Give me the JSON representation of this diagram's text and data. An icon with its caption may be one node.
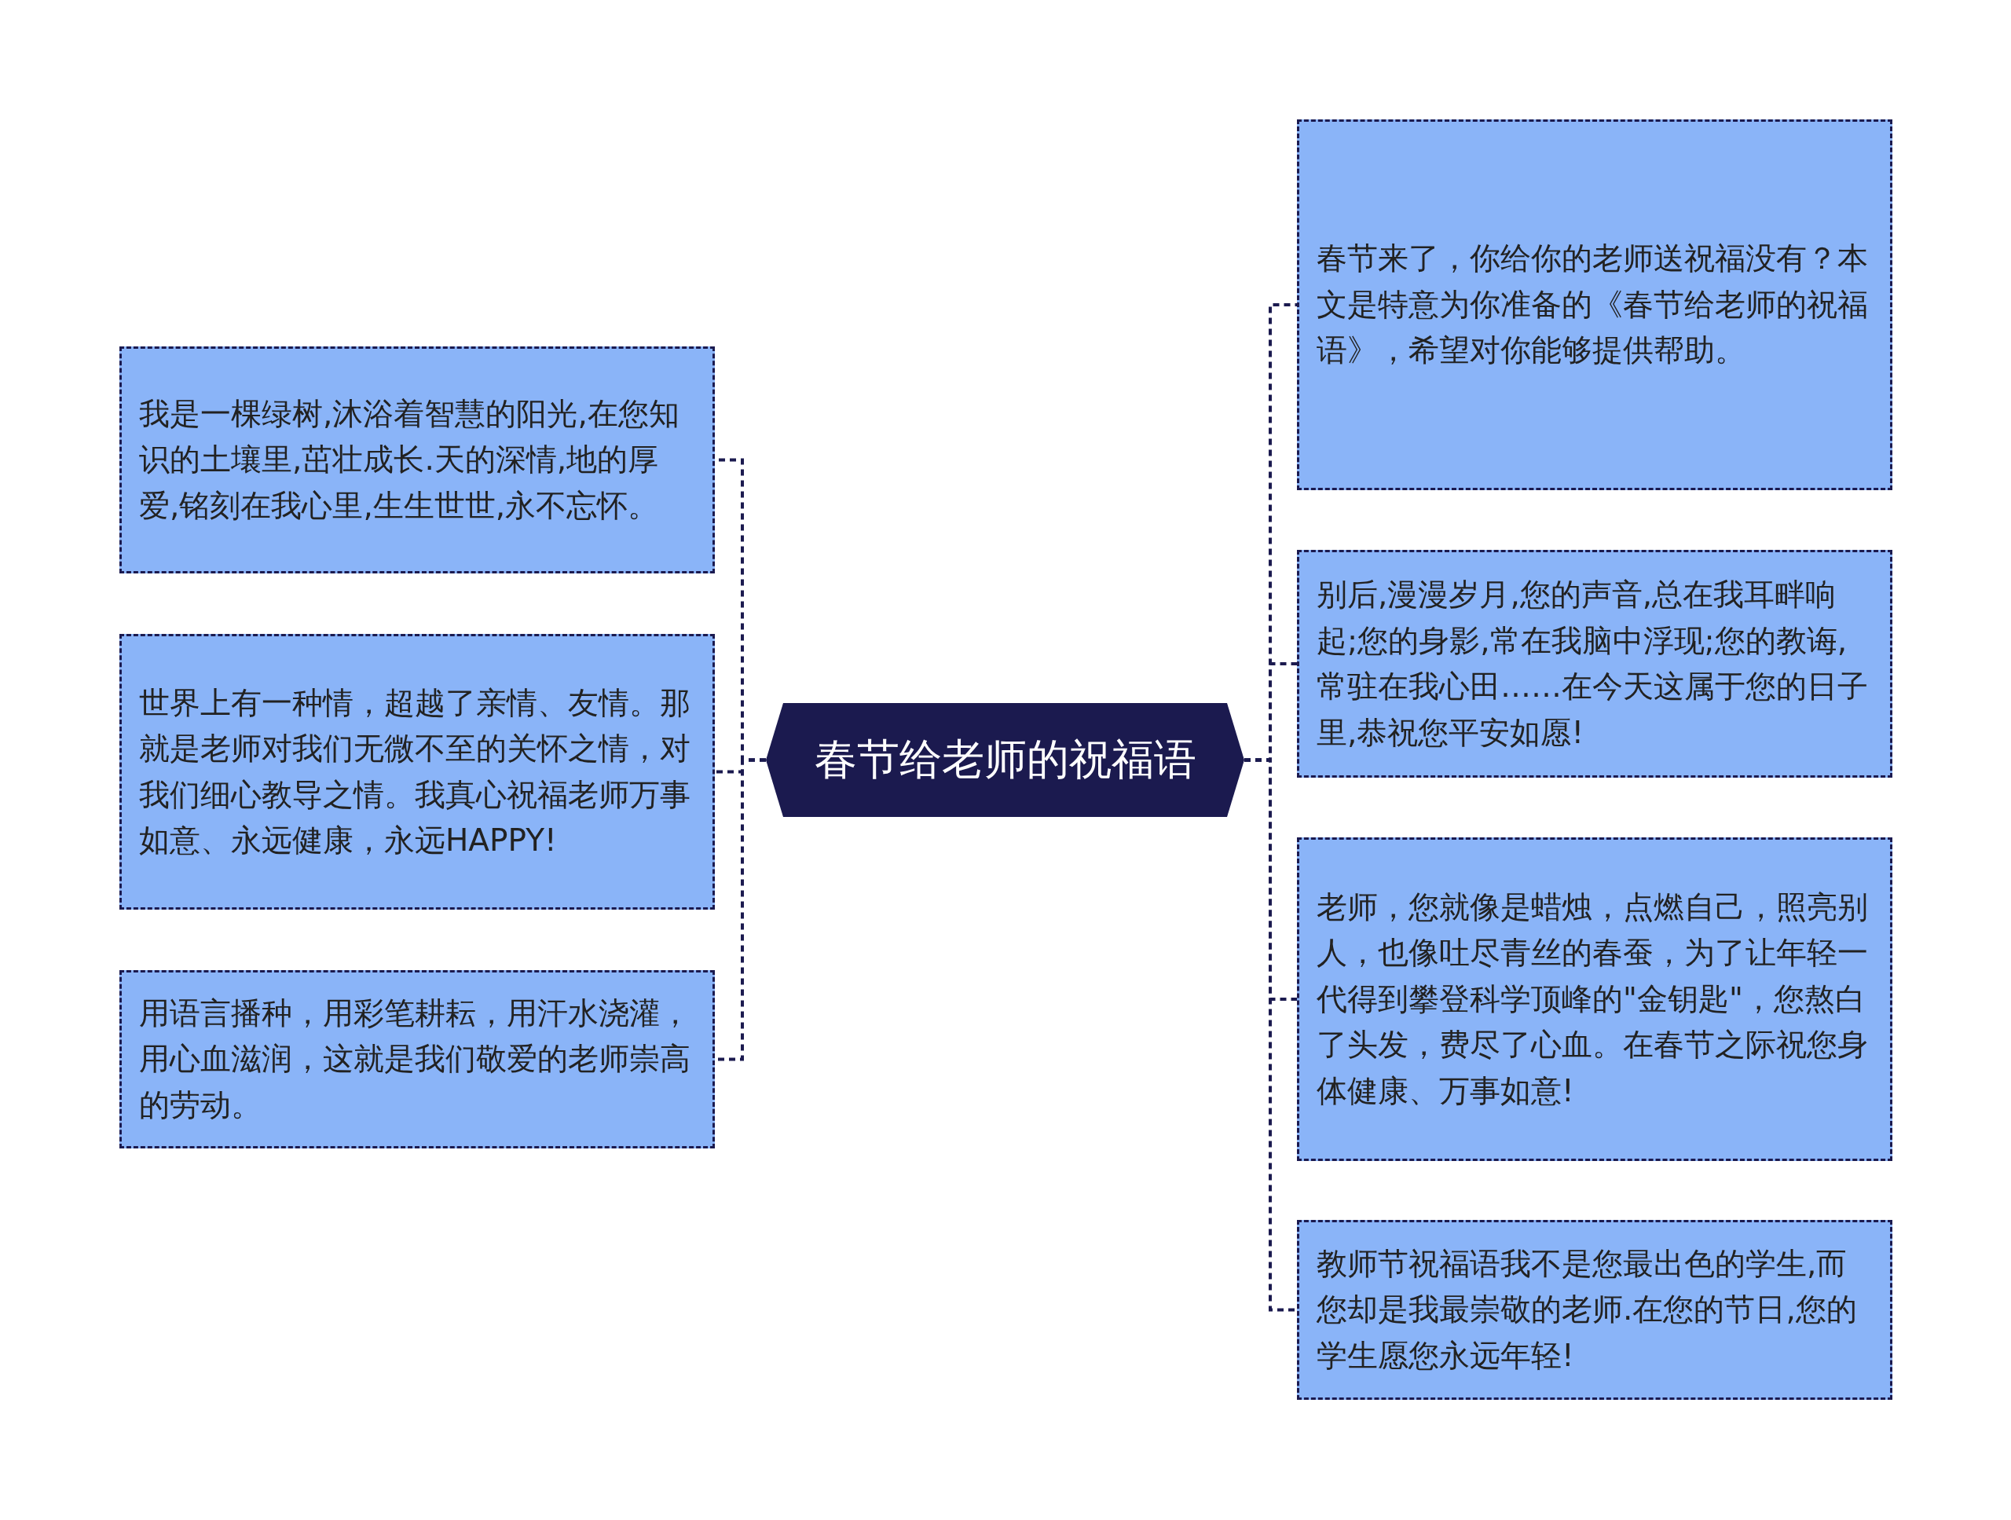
{
  "diagram": {
    "nodes": [
      {
        "text": [
          "春节给老师的祝福语"
        ]
      },
      {
        "text": [
          "我是一棵绿树,沐浴着智慧的阳光,在您知识的土壤里,茁壮成长.天的深情,地的厚爱,铭刻在我心里,生生世世,永不忘怀。"
        ]
      },
      {
        "text": [
          "世界上有一种情，超越了亲情、友情。那就是老师对我们无微不至的关怀之情，对我们细心教导之情。我真心祝福老师万事如意、永远健康，永远HAPPY!"
        ]
      },
      {
        "text": [
          "用语言播种，用彩笔耕耘，用汗水浇灌，用心血滋润，这就是我们敬爱的老师崇高的劳动。"
        ]
      },
      {
        "text": [
          "春节来了，你给你的老师送祝福没有？本文是特意为你准备的《春节给老师的祝福语》，希望对你能够提供帮助。"
        ]
      },
      {
        "text": [
          "别后,漫漫岁月,您的声音,总在我耳畔响起;您的身影,常在我脑中浮现;您的教诲,常驻在我心田……在今天这属于您的日子里,恭祝您平安如愿!"
        ]
      },
      {
        "text": [
          "老师，您就像是蜡烛，点燃自己，照亮别人，也像吐尽青丝的春蚕，为了让年轻一代得到攀登科学顶峰的\"金钥匙\"，您熬白了头发，费尽了心血。在春节之际祝您身体健康、万事如意!"
        ]
      },
      {
        "text": [
          "教师节祝福语我不是您最出色的学生,而您却是我最崇敬的老师.在您的节日,您的学生愿您永远年轻!"
        ]
      }
    ],
    "edges": [
      {
        "from": 0,
        "to": 1,
        "arrow": "none"
      },
      {
        "from": 0,
        "to": 2,
        "arrow": "none"
      },
      {
        "from": 0,
        "to": 3,
        "arrow": "none"
      },
      {
        "from": 0,
        "to": 4,
        "arrow": "none"
      },
      {
        "from": 0,
        "to": 5,
        "arrow": "none"
      },
      {
        "from": 0,
        "to": 6,
        "arrow": "none"
      },
      {
        "from": 0,
        "to": 7,
        "arrow": "none"
      }
    ]
  }
}
